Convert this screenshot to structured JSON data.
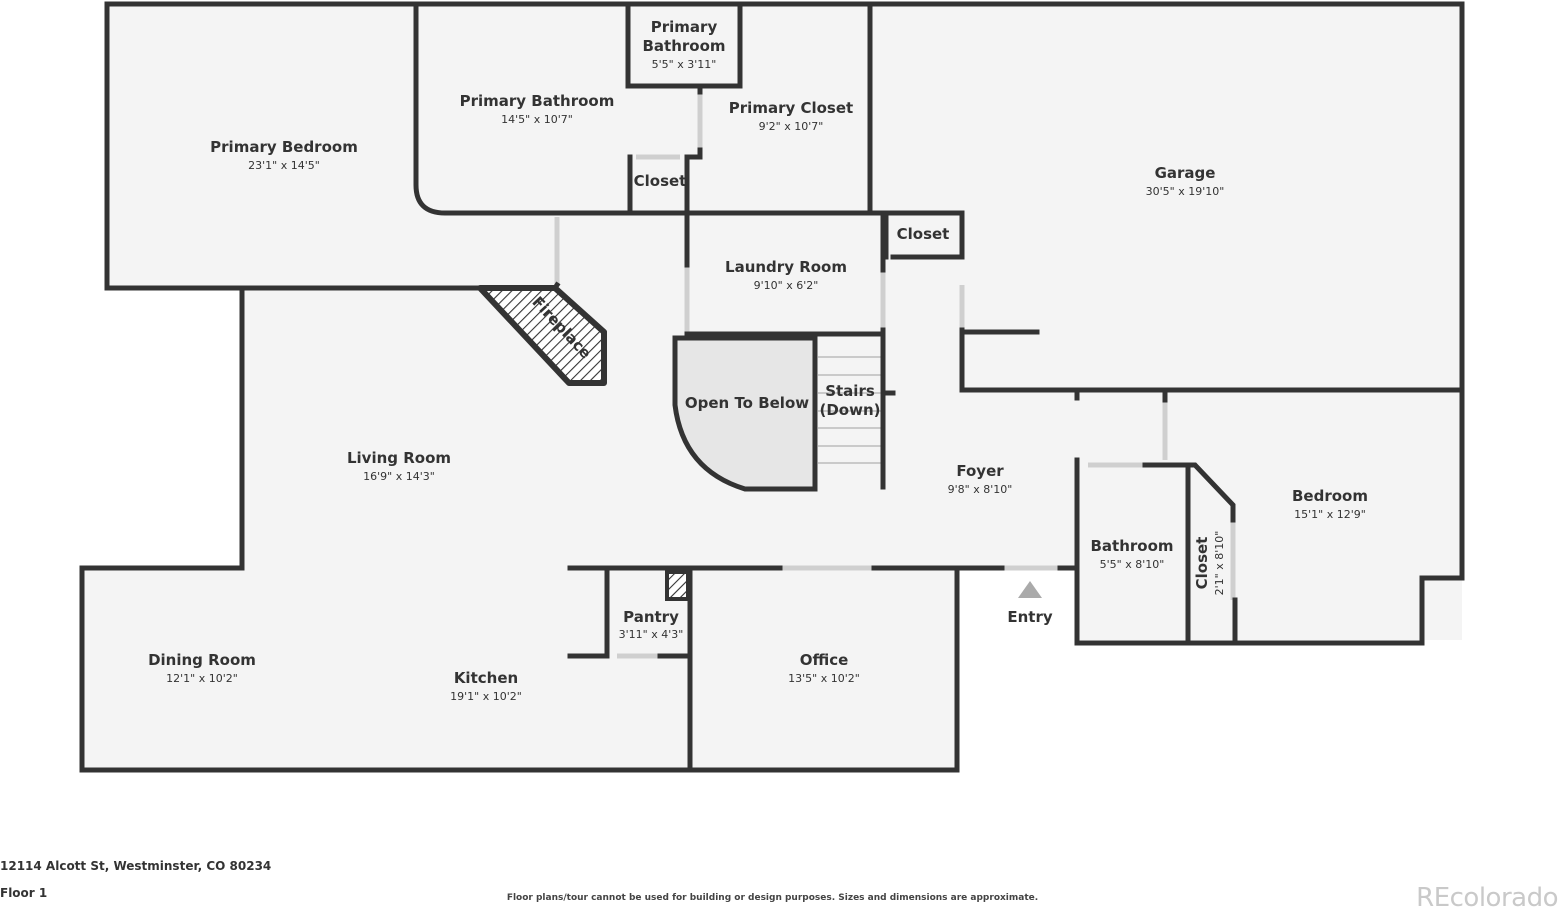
{
  "rooms": {
    "primary_bathroom_small": {
      "name_line1": "Primary",
      "name_line2": "Bathroom",
      "dims": "5'5\" x 3'11\""
    },
    "primary_bedroom": {
      "name": "Primary Bedroom",
      "dims": "23'1\" x 14'5\""
    },
    "primary_bathroom": {
      "name": "Primary Bathroom",
      "dims": "14'5\" x 10'7\""
    },
    "primary_closet": {
      "name": "Primary Closet",
      "dims": "9'2\" x 10'7\""
    },
    "closet_upper": {
      "name": "Closet"
    },
    "garage": {
      "name": "Garage",
      "dims": "30'5\" x 19'10\""
    },
    "closet_garage": {
      "name": "Closet"
    },
    "laundry_room": {
      "name": "Laundry Room",
      "dims": "9'10\" x 6'2\""
    },
    "fireplace": {
      "name": "Fireplace"
    },
    "open_to_below": {
      "name": "Open To Below"
    },
    "stairs": {
      "name_line1": "Stairs",
      "name_line2": "(Down)"
    },
    "living_room": {
      "name": "Living Room",
      "dims": "16'9\" x 14'3\""
    },
    "foyer": {
      "name": "Foyer",
      "dims": "9'8\" x 8'10\""
    },
    "bedroom": {
      "name": "Bedroom",
      "dims": "15'1\" x 12'9\""
    },
    "bathroom": {
      "name": "Bathroom",
      "dims": "5'5\" x 8'10\""
    },
    "closet_vertical": {
      "name": "Closet",
      "dims": "2'1\" x 8'10\""
    },
    "entry": {
      "name": "Entry"
    },
    "pantry": {
      "name": "Pantry",
      "dims": "3'11\" x 4'3\""
    },
    "dining_room": {
      "name": "Dining Room",
      "dims": "12'1\" x 10'2\""
    },
    "kitchen": {
      "name": "Kitchen",
      "dims": "19'1\" x 10'2\""
    },
    "office": {
      "name": "Office",
      "dims": "13'5\" x 10'2\""
    }
  },
  "footer": {
    "address": "12114 Alcott St, Westminster, CO 80234",
    "floor": "Floor 1",
    "disclaimer": "Floor plans/tour cannot be used for building or design purposes. Sizes and dimensions are approximate.",
    "brand": "REcolorado"
  },
  "colors": {
    "wall": "#333333",
    "floor": "#f4f4f4",
    "open_below": "#e6e6e6",
    "entry_marker": "#aaaaaa"
  }
}
